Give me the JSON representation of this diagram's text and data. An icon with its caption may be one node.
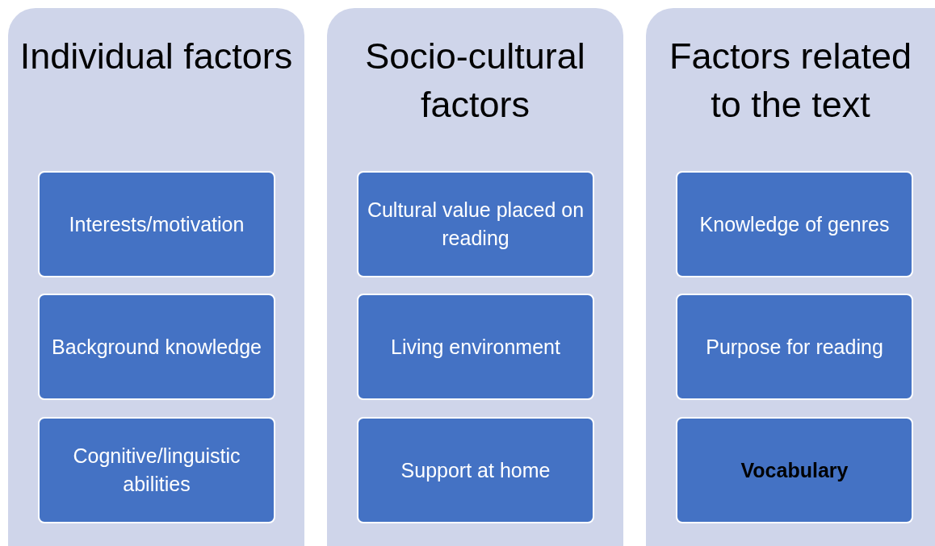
{
  "diagram": {
    "nodes": [
      {
        "text": [
          "Individual factors"
        ]
      },
      {
        "text": [
          "Interests/motivation"
        ],
        "in": 0
      },
      {
        "text": [
          "Background knowledge"
        ],
        "in": 0
      },
      {
        "text": [
          "Cognitive/linguistic abilities"
        ],
        "in": 0
      },
      {
        "text": [
          "Socio-cultural factors"
        ]
      },
      {
        "text": [
          "Cultural value placed on reading"
        ],
        "in": 4
      },
      {
        "text": [
          "Living environment"
        ],
        "in": 4
      },
      {
        "text": [
          "Support at home"
        ],
        "in": 4
      },
      {
        "text": [
          "Factors related to the text"
        ]
      },
      {
        "text": [
          "Knowledge of genres"
        ],
        "in": 8
      },
      {
        "text": [
          "Purpose for reading"
        ],
        "in": 8
      },
      {
        "text": [
          "**Vocabulary**"
        ],
        "in": 8
      }
    ]
  }
}
